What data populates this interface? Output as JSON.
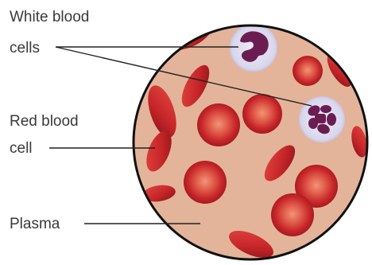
{
  "labels": {
    "wbc_line1": "White blood",
    "wbc_line2": "cells",
    "rbc_line1": "Red blood",
    "rbc_line2": "cell",
    "plasma": "Plasma"
  },
  "colors": {
    "plasma": "#e3b49a",
    "rim": "#111111",
    "rbc": "#c8262a",
    "rbc_center": "#ef8d72",
    "rbc_edge": "#8a1418",
    "wbc_cytoplasm": "#dcdcf0",
    "wbc_nucleus": "#6b1d52",
    "pointer": "#222222",
    "text": "#3a3a3a"
  }
}
